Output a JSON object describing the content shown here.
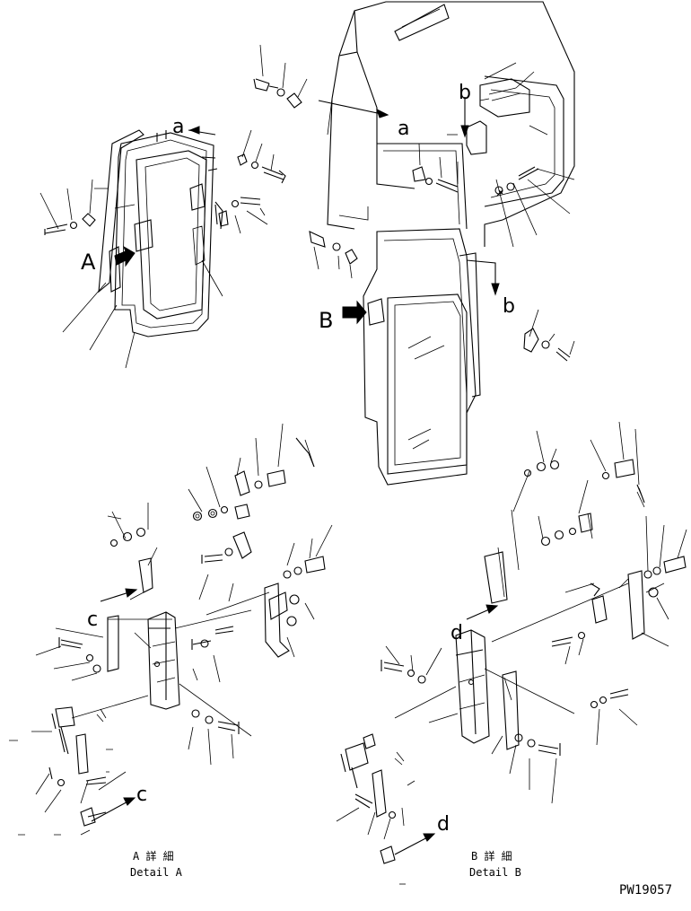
{
  "labels": {
    "view_a_arrow": "a",
    "view_b_arrow": "b",
    "cab_a_ref": "a",
    "cab_b_ref": "b",
    "side_a": "A",
    "side_b": "B",
    "detail_c_left": "c",
    "detail_c_lower": "c",
    "detail_d_upper": "d",
    "detail_d_lower": "d"
  },
  "captions": {
    "detail_a_jp": "A 詳 細",
    "detail_a_en": "Detail A",
    "detail_b_jp": "B 詳 細",
    "detail_b_en": "Detail B"
  },
  "drawing_number": "PW19057"
}
